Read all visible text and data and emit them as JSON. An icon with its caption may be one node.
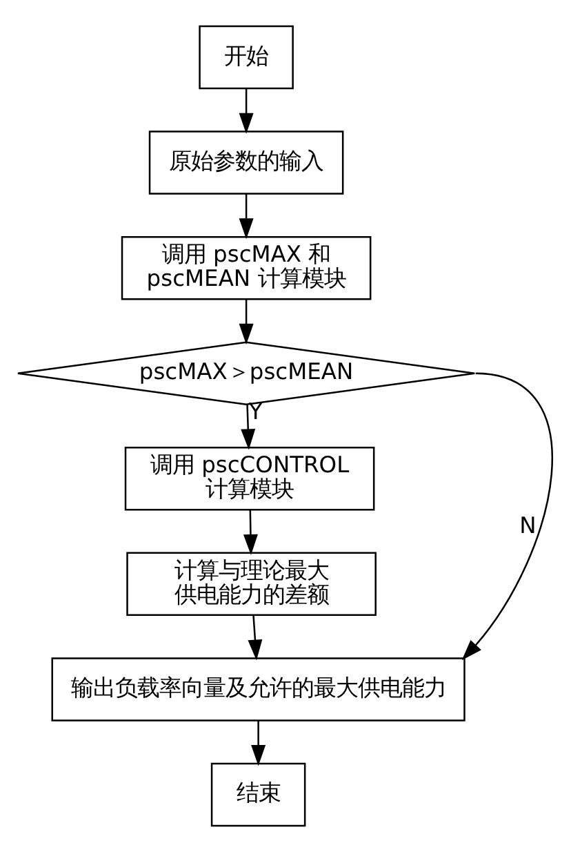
{
  "diagram": {
    "nodes": [
      {
        "text": [
          "开始"
        ]
      },
      {
        "text": [
          "原始参数的输入"
        ]
      },
      {
        "text": [
          "调用 pscMAX 和 pscMEAN 计算模块"
        ]
      },
      {
        "text": [
          "pscMAX＞pscMEAN"
        ]
      },
      {
        "text": [
          "调用 pscCONTROL 计算模块"
        ]
      },
      {
        "text": [
          "计算与理论最大供电能力的差额"
        ]
      },
      {
        "text": [
          "输出负载率向量及允许的最大供电能力"
        ]
      },
      {
        "text": [
          "结束"
        ]
      }
    ],
    "edges": [
      {
        "from": 0,
        "to": 1,
        "arrow": "to"
      },
      {
        "from": 1,
        "to": 2,
        "arrow": "to"
      },
      {
        "from": 2,
        "to": 3,
        "arrow": "to"
      },
      {
        "from": 3,
        "to": 4,
        "arrow": "to",
        "label": "Y"
      },
      {
        "from": 4,
        "to": 5,
        "arrow": "to"
      },
      {
        "from": 5,
        "to": 6,
        "arrow": "to"
      },
      {
        "from": 3,
        "to": 6,
        "arrow": "to",
        "label": "N"
      },
      {
        "from": 6,
        "to": 7,
        "arrow": "to"
      }
    ]
  }
}
